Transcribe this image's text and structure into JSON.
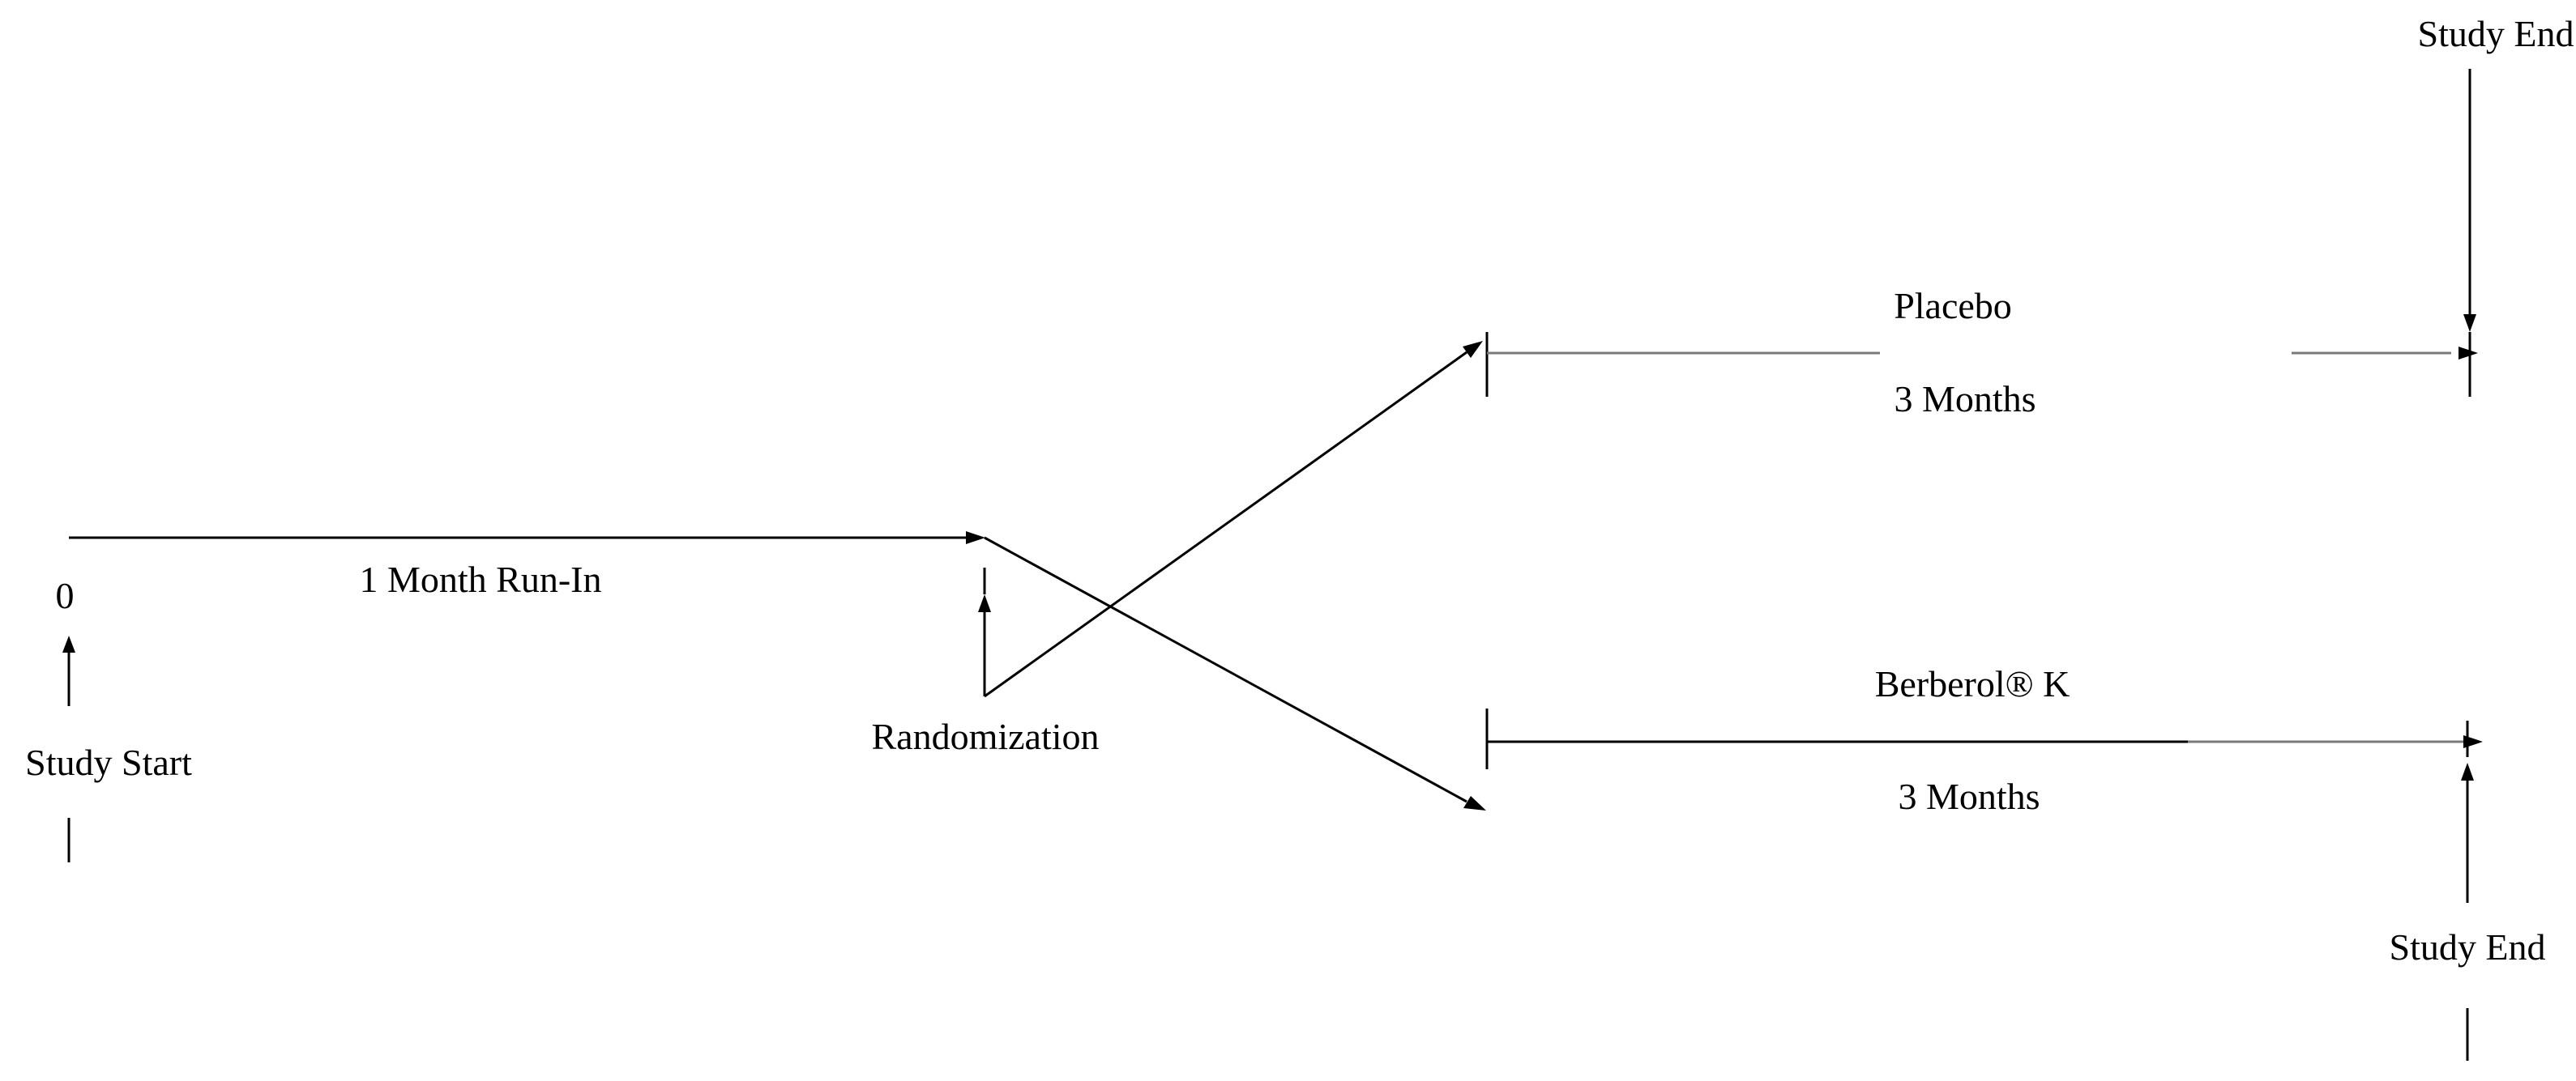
{
  "labels": {
    "study_start": "Study Start",
    "time_zero": "0",
    "run_in": "1 Month Run-In",
    "randomization": "Randomization",
    "placebo": "Placebo",
    "placebo_duration": "3 Months",
    "berberol": "Berberol® K",
    "berberol_duration": "3 Months",
    "study_end_placebo": "Study End",
    "study_end_berberol": "Study End"
  }
}
